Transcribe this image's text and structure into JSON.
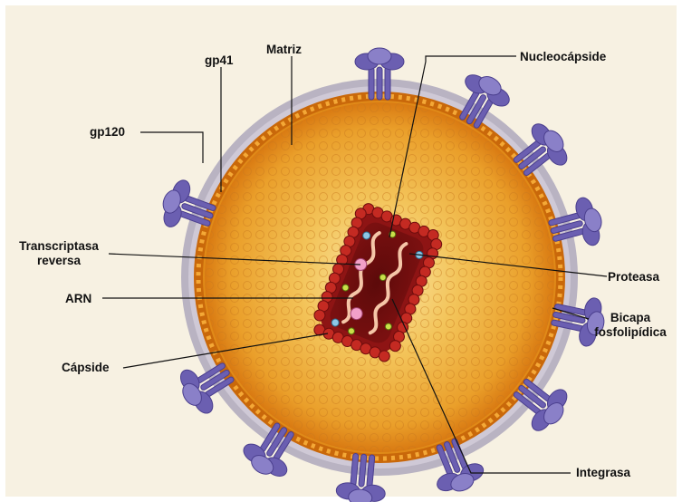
{
  "colors": {
    "background": "#f7f1e2",
    "membrane": "#b9b3c2",
    "matrix": "#d9780c",
    "interior": "#f0b534",
    "glycoprotein": "#6b5fb1",
    "capsid": "#a51a1a",
    "capsid_inner": "#6e0d0d",
    "rna": "#f5c6a8",
    "integrase": "#c9e04a",
    "protease": "#8ec7e6",
    "reverse_transcriptase": "#f2a0c8"
  },
  "labels": {
    "gp120": "gp120",
    "gp41": "gp41",
    "matriz": "Matriz",
    "nucleocapside": "Nucleocápside",
    "transcriptasa_1": "Transcriptasa",
    "transcriptasa_2": "reversa",
    "arn": "ARN",
    "capside": "Cápside",
    "proteasa": "Proteasa",
    "bicapa_1": "Bicapa",
    "bicapa_2": "fosfolipídica",
    "integrasa": "Integrasa"
  }
}
